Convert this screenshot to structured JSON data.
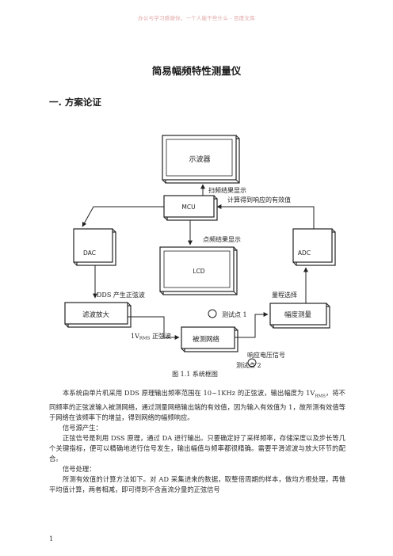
{
  "watermark": "办公与学习感谢你，一个人能干些什么 - 百度文库",
  "doc_title": "简易幅频特性测量仪",
  "section_heading": "一. 方案论证",
  "diagram": {
    "oscilloscope": "示波器",
    "mcu": "MCU",
    "dac": "DAC",
    "adc": "ADC",
    "lcd": "LCD",
    "filter_amp": "滤波放大",
    "amplitude_measure": "幅度测量",
    "network_under_test": "被测网络",
    "label_sweep_display": "扫频结果显示",
    "label_compute_rms": "计算得到响应的有效值",
    "label_point_display": "点频结果显示",
    "label_dds_sine": "DDS 产生正弦波",
    "label_range_select": "量程选择",
    "label_test_point_1": "测试点 1",
    "label_1v_prefix": "1V",
    "label_1v_sub": "RMS",
    "label_1v_suffix": " 正弦波",
    "label_response_voltage": "响应电压信号",
    "label_test_point_2": "测试点 2",
    "caption": "图   1.1   系统框图"
  },
  "body": {
    "p1_a": "本系统由单片机采用 DDS 原理输出频率范围在 10~1KHz 的正弦波，输出幅度为 1V",
    "p1_sub": "RMS",
    "p1_b": "，将不同频率的正弦波输入被测网络，通过测量网络输出端的有效值，因为输入有效值为 1，故所测有效值等于网络在该频率下的增益，得到网络的幅频响应。",
    "h_signal_source": "信号源产生：",
    "p2": "正弦信号是利用 DSS 原理，通过 DA 进行输出。只要确定好了采样频率，存储深度以及步长等几个关键指标，便可以精确地进行信号发生，输出幅值与频率都很精确。需要平滑滤波与放大环节的配合。",
    "h_signal_processing": "信号处理：",
    "p3": "所测有效值的计算方法如下。对 AD 采集进来的数据，取整倍周期的样本，做均方根处理，再做平均值计算，两者相减，即可得到不含直流分量的正弦信号"
  },
  "page_number": "1"
}
